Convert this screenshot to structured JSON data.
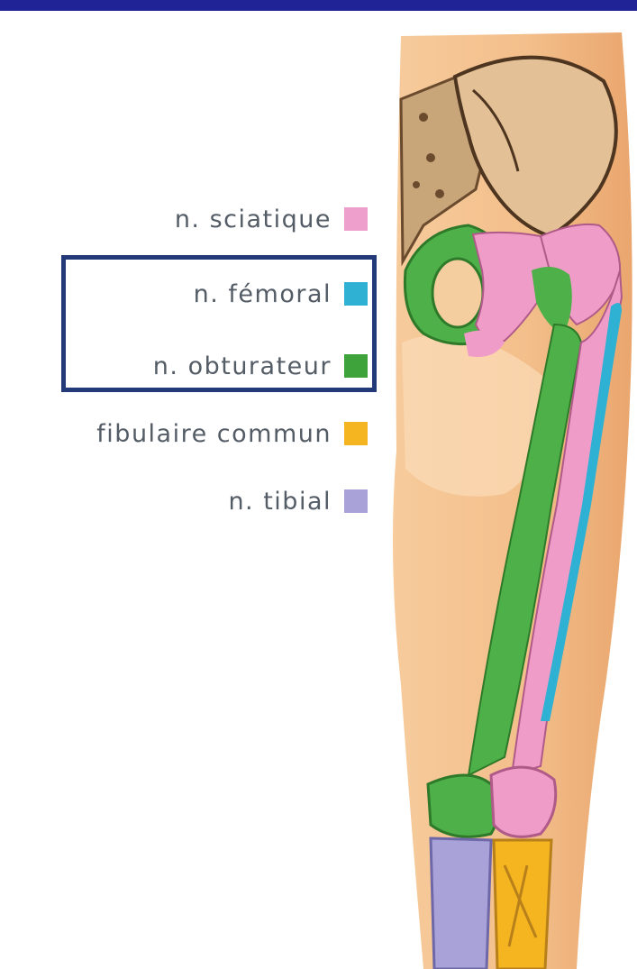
{
  "legend": {
    "items": [
      {
        "label": "n. sciatique",
        "color": "#ee9fcb"
      },
      {
        "label": "n. fémoral",
        "color": "#2fb1d4"
      },
      {
        "label": "n. obturateur",
        "color": "#3ea33a"
      },
      {
        "label": "fibulaire commun",
        "color": "#f5b521"
      },
      {
        "label": "n. tibial",
        "color": "#a8a2d8"
      }
    ]
  },
  "highlight": {
    "color": "#223a78"
  },
  "colors": {
    "skin": "#f3c18f",
    "bone": "#e7c28f",
    "top_bar": "#1f2395"
  }
}
